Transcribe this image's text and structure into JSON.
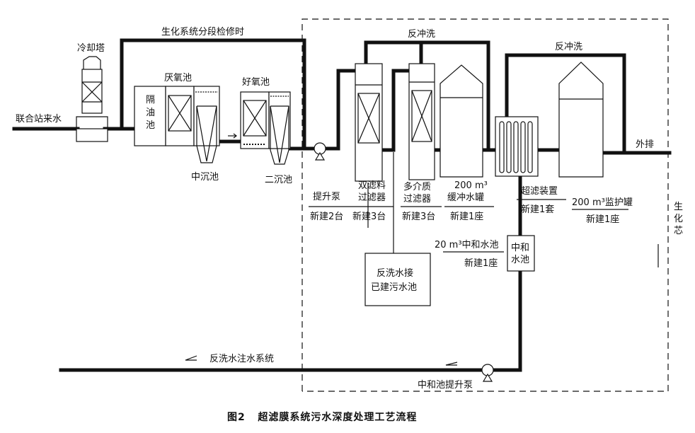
{
  "labels": {
    "cooling_tower": "冷却塔",
    "maintenance": "生化系统分段检修时",
    "inflow": "联合站来水",
    "oil_separator": "隔\n油\n池",
    "anaerobic": "厌氧池",
    "aerobic": "好氧池",
    "mid_settling": "中沉池",
    "secondary_settling": "二沉池",
    "backwash_1": "反冲洗",
    "backwash_2": "反冲洗",
    "discharge": "外排",
    "lift_pump": "提升泵",
    "lift_pump_new": "新建2台",
    "dual_filter": "双滤料\n过滤器",
    "dual_filter_new": "新建3台",
    "multi_filter": "多介质\n过滤器",
    "multi_filter_new": "新建3台",
    "buffer_tank": "200 m³\n缓冲水罐",
    "buffer_tank_new": "新建1座",
    "uf_device": "超滤装置",
    "uf_device_new": "新建1套",
    "monitor_tank": "200 m³监护罐",
    "monitor_tank_new": "新建1座",
    "bio_core": "生\n化\n芯",
    "neutral_pool_capacity": "20 m³中和水池",
    "neutral_pool_new": "新建1座",
    "neutral_pool": "中和\n水池",
    "backwash_to_sewage": "反洗水接\n已建污水池",
    "backwash_injection": "反洗水注水系统",
    "neutral_pump": "中和池提升泵"
  },
  "caption": "图2   超滤膜系统污水深度处理工艺流程"
}
